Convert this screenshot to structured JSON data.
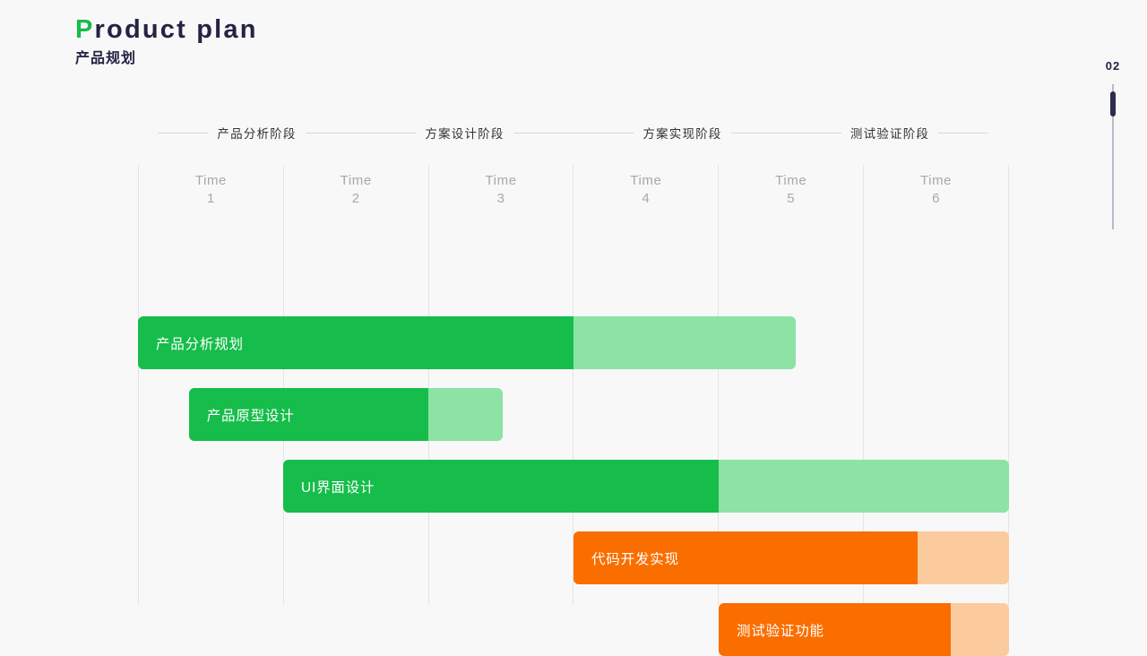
{
  "title": {
    "accent_letter": "P",
    "rest": "roduct plan",
    "subtitle": "产品规划"
  },
  "page_indicator": {
    "number": "02"
  },
  "colors": {
    "background": "#f8f8f8",
    "accent_green": "#16bd4a",
    "accent_green_light": "#8ce3a4",
    "accent_orange": "#fa6e00",
    "accent_orange_light": "#fbcb9d",
    "title_dark": "#232344",
    "grid_line": "#e4e4e4",
    "time_label": "#a8a8a8"
  },
  "chart_data": {
    "type": "bar",
    "title": "Product plan",
    "subtitle": "产品规划",
    "xlabel": "",
    "ylabel": "",
    "grid": true,
    "legend_position": "none",
    "phases": [
      "产品分析阶段",
      "方案设计阶段",
      "方案实现阶段",
      "测试验证阶段"
    ],
    "categories": [
      "Time 1",
      "Time 2",
      "Time 3",
      "Time 4",
      "Time 5",
      "Time 6"
    ],
    "time_headers": [
      {
        "word": "Time",
        "num": "1"
      },
      {
        "word": "Time",
        "num": "2"
      },
      {
        "word": "Time",
        "num": "3"
      },
      {
        "word": "Time",
        "num": "4"
      },
      {
        "word": "Time",
        "num": "5"
      },
      {
        "word": "Time",
        "num": "6"
      }
    ],
    "xlim": [
      0,
      6
    ],
    "tasks": [
      {
        "label": "产品分析规划",
        "color": "green",
        "start": 0.0,
        "end": 4.53,
        "progress_end": 3.0,
        "progress_pct": 66
      },
      {
        "label": "产品原型设计",
        "color": "green",
        "start": 0.35,
        "end": 2.51,
        "progress_end": 2.0,
        "progress_pct": 76
      },
      {
        "label": "UI界面设计",
        "color": "green",
        "start": 1.0,
        "end": 6.0,
        "progress_end": 4.0,
        "progress_pct": 60
      },
      {
        "label": "代码开发实现",
        "color": "orange",
        "start": 3.0,
        "end": 6.0,
        "progress_end": 5.37,
        "progress_pct": 79
      },
      {
        "label": "测试验证功能",
        "color": "orange",
        "start": 4.0,
        "end": 6.0,
        "progress_end": 5.6,
        "progress_pct": 80
      }
    ]
  }
}
